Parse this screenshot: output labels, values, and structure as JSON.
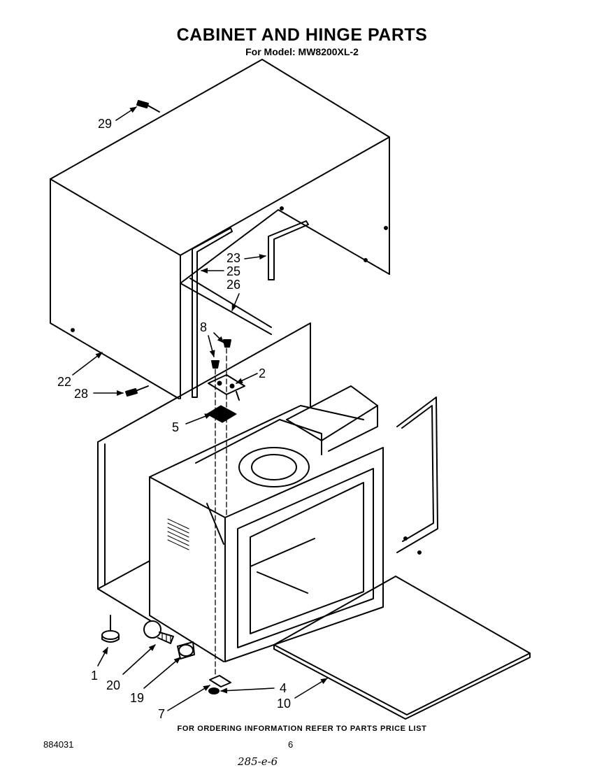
{
  "header": {
    "title": "CABINET AND HINGE PARTS",
    "subtitle": "For Model: MW8200XL-2"
  },
  "callouts": [
    "29",
    "23",
    "25",
    "26",
    "8",
    "2",
    "22",
    "28",
    "5",
    "1",
    "20",
    "19",
    "7",
    "4",
    "10"
  ],
  "footer": {
    "ordering_note": "FOR ORDERING INFORMATION REFER TO PARTS PRICE LIST",
    "document_number": "884031",
    "page_number": "6",
    "handwritten_note": "285-e-6"
  }
}
